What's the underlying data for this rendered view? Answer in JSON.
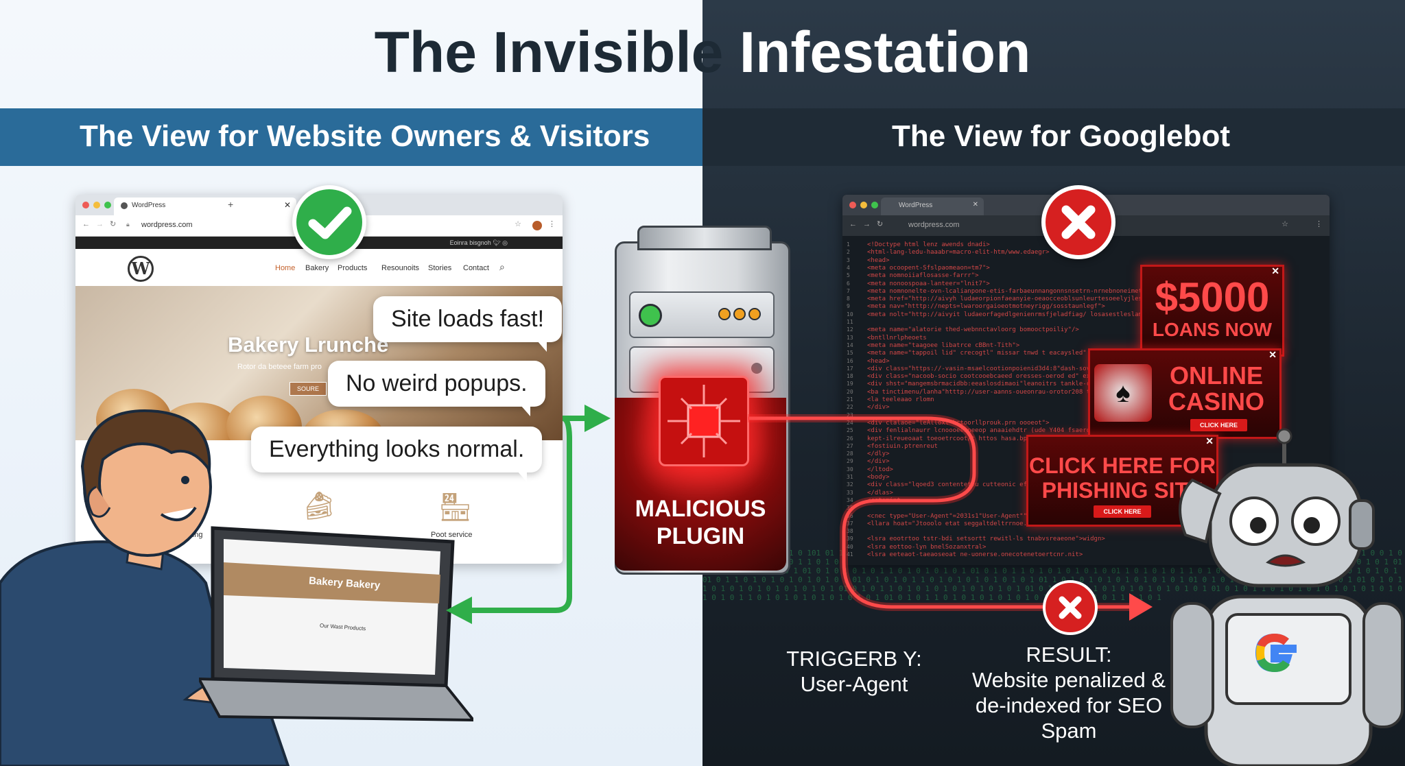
{
  "title": {
    "part1": "The Invisible",
    "part2": " Infestation"
  },
  "left_header": "The View for Website Owners & Visitors",
  "right_header": "The View for Googlebot",
  "browser": {
    "tab_title": "WordPress",
    "url": "wordpress.com",
    "top_strip": "Eoinra bisgnoh",
    "nav": [
      "Home",
      "Bakery",
      "Products",
      "Resounoits",
      "Stories",
      "Contact"
    ],
    "hero_title": "Bakery Lrunche",
    "hero_sub": "Rotor da beteee farm pro",
    "hero_button": "SOURE",
    "services": [
      "cooting",
      "Poot service"
    ]
  },
  "bubbles": [
    "Site loads fast!",
    "No weird popups.",
    "Everything looks normal."
  ],
  "laptop": {
    "site_title": "Bakery Bakery",
    "section": "Our Wast Products"
  },
  "server_label": [
    "MALICIOUS",
    "PLUGIN"
  ],
  "popups": {
    "loans": {
      "amount": "$5000",
      "text": "LOANS NOW"
    },
    "casino": {
      "text1": "ONLINE",
      "text2": "CASINO",
      "button": "CLICK HERE"
    },
    "phishing": {
      "text1": "CLICK HERE FOR",
      "text2": "PHISHING SITE",
      "button": "CLICK HERE"
    }
  },
  "code_lines": [
    "<!Doctype html lenz awends dnadi>",
    "<html-lang-ledu-haaabr=macro-elit-htm/www.edaegr>",
    "<head>",
    "<meta ocoopent-Sfslpaomeaon=tm7\">",
    "<meta nomnoiiaflosasse-farrr\">",
    "<meta nonoospoaa-lanteer=\"lnit7\">",
    "<meta nomnonelte-ovn-lcalianpone-etis-farbaeunnangonnsnsetrn-nrnebnoneimeting-etiesoftan>",
    "<meta href=\"http://aivyh ludaeorpionfaeanyie-oeaocceoblsunleurtesoeelyjlesbringssetesblar\">",
    "<meta nav=\"htttp://nepts=lwaroorgaioeotmotneyrigg/sosstaunlegf\">",
    "<meta nolt=\"http://aivyit ludaeorfagedlgenienrmsfjeladfiag/ losasestleslamsahmffsh/eugli\">",
    "",
    "<meta name=\"alatorie thed-webnnctavloorg bomooctpoiliy\"/>",
    "<bntllnrlpheoets",
    "<meta name=\"taagoee libatrce cBBnt-Tith\">",
    "<meta name=\"tappoil lid\" crecogtl\" missar tnwd t eacaysled\" agaes=\"fast-seriet-indiagdt\"/>",
    "<head>",
    "<div class=\"https://-vasin-msaelcootionpoienid3d4:8\"dash-sovtooke-adv",
    "<div class=\"nacoob-socio cootcooebcaeed oresses-oerod ed\" ex-tejjoemn",
    "<div shst=\"mangemsbrmacidbb:eeaslosdimaoi\"leanoitrs tankle-cbe",
    "<ba tinctimenu/lanha\"htttp://user-aanns-oueonrau-orotor208 tablle-wirkstl",
    "<la teeleaao rlomn",
    "</div>",
    "",
    "<div clalaoe=\"leAlloxt kctoorllprouk.prn oooeot\">",
    "<div fenlialnaurr lcnoooeenneeop anaaiehdtr (ude Y404 fsaeronr",
    "kept-ilreueoaat toeoetrcoot/t httos hasa.bplodsild cunchaage bobo7671",
    "<fostiuin.ptrenreut",
    "</dly>",
    "</div>",
    "</ltod>",
    "<body>",
    "<div class=\"lqoed3 contenteteu cutteonic efee11 14T8",
    "</dlas>",
    "<cstomint",
    "",
    "<cnec type=\"User-Agent\"=2031s1\"User-Agent\"\"Ariel.luncdae=ccuna\">",
    "<llara hoat=\"Jtooolo etat seggaltdeltrrnoe.woceo.ocernceni Googlebot\">",
    "",
    "<lsra eootrtoo tstr-bdi setsortt rewitl-ls tnabvsreaeone\">widgn>",
    "<lsra eottoo-lyn bnelSozanxtral>",
    "<lsra eeteaot-taeaoseoat  ne-uonerse.onecotenetoertcnr.nit>"
  ],
  "trigger_label": "TRIGGERB Y:\nUser-Agent",
  "result": {
    "title": "RESULT:",
    "line1": "Website penalized &",
    "line2": "de-indexed for SEO Spam"
  },
  "colors": {
    "green_check": "#2fae4a",
    "red_x": "#d62020",
    "left_band": "#2a6b99",
    "right_band": "#1f2b36",
    "red_path": "#ff2a2a",
    "green_arrow": "#2fae4a"
  },
  "icons": [
    "checkmark-icon",
    "x-icon",
    "wordpress-logo",
    "google-logo",
    "search-icon",
    "casino-chips-icon"
  ]
}
